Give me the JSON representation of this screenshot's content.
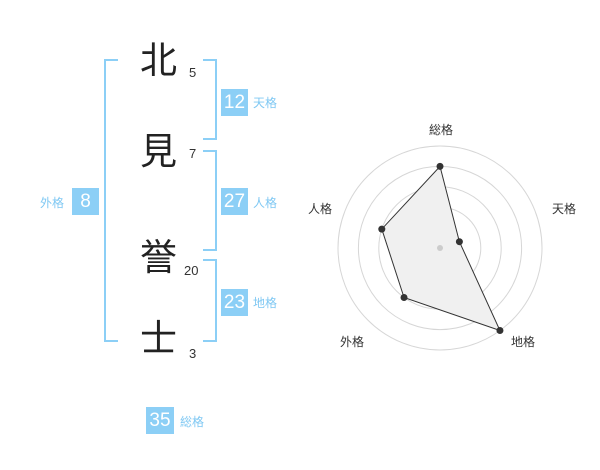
{
  "name_chars": [
    {
      "char": "北",
      "strokes": "5"
    },
    {
      "char": "見",
      "strokes": "7"
    },
    {
      "char": "誉",
      "strokes": "20"
    },
    {
      "char": "士",
      "strokes": "3"
    }
  ],
  "fortunes": {
    "tenkaku": {
      "value": "12",
      "label": "天格"
    },
    "jinkaku": {
      "value": "27",
      "label": "人格"
    },
    "chikaku": {
      "value": "23",
      "label": "地格"
    },
    "gaikaku": {
      "value": "8",
      "label": "外格"
    },
    "soukaku": {
      "value": "35",
      "label": "総格"
    }
  },
  "colors": {
    "accent": "#8ccff6",
    "accent_text": "#7fc8f3",
    "polygon_fill": "#f0f0f0"
  },
  "chart_data": {
    "type": "radar",
    "axes": [
      "総格",
      "天格",
      "地格",
      "外格",
      "人格"
    ],
    "values": [
      4,
      1,
      5,
      3,
      3
    ],
    "max": 5,
    "grid": true
  }
}
